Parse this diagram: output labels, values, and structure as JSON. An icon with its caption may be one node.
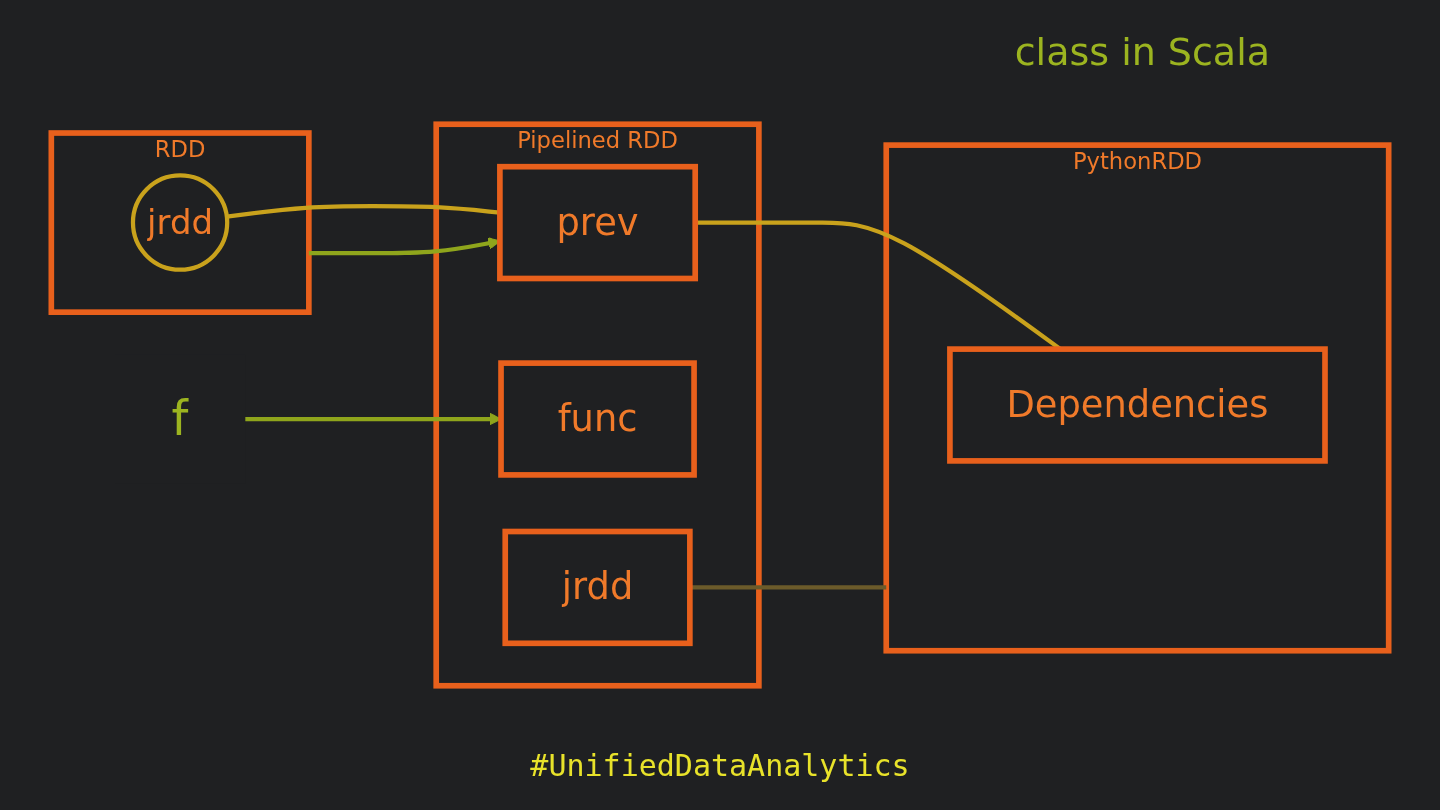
{
  "diagram": {
    "nodes": [
      {
        "text": [
          "RDD"
        ]
      },
      {
        "text": [
          "jrdd"
        ],
        "in": 0
      },
      {
        "text": [
          "Pipelined RDD"
        ]
      },
      {
        "text": [
          "prev"
        ],
        "in": 2
      },
      {
        "text": [
          "func"
        ],
        "in": 2
      },
      {
        "text": [
          "jrdd"
        ],
        "in": 2
      },
      {
        "text": [
          "PythonRDD"
        ]
      },
      {
        "text": [
          "Dependencies"
        ],
        "in": 6
      },
      {
        "text": [
          "f"
        ]
      }
    ],
    "edges": [
      {
        "from": 0,
        "to": 3,
        "arrow": "to",
        "color": "#8fa51c"
      },
      {
        "from": 8,
        "to": 4,
        "arrow": "to",
        "color": "#8fa51c"
      },
      {
        "from": 1,
        "to": 3,
        "arrow": "none",
        "color": "#c9a21c"
      },
      {
        "from": 3,
        "to": 7,
        "arrow": "none",
        "color": "#c9a21c"
      },
      {
        "from": 5,
        "to": 6,
        "arrow": "none",
        "color": "#6b5a2a"
      }
    ],
    "labels": [
      "class in Scala",
      "#UnifiedDataAnalytics"
    ]
  }
}
